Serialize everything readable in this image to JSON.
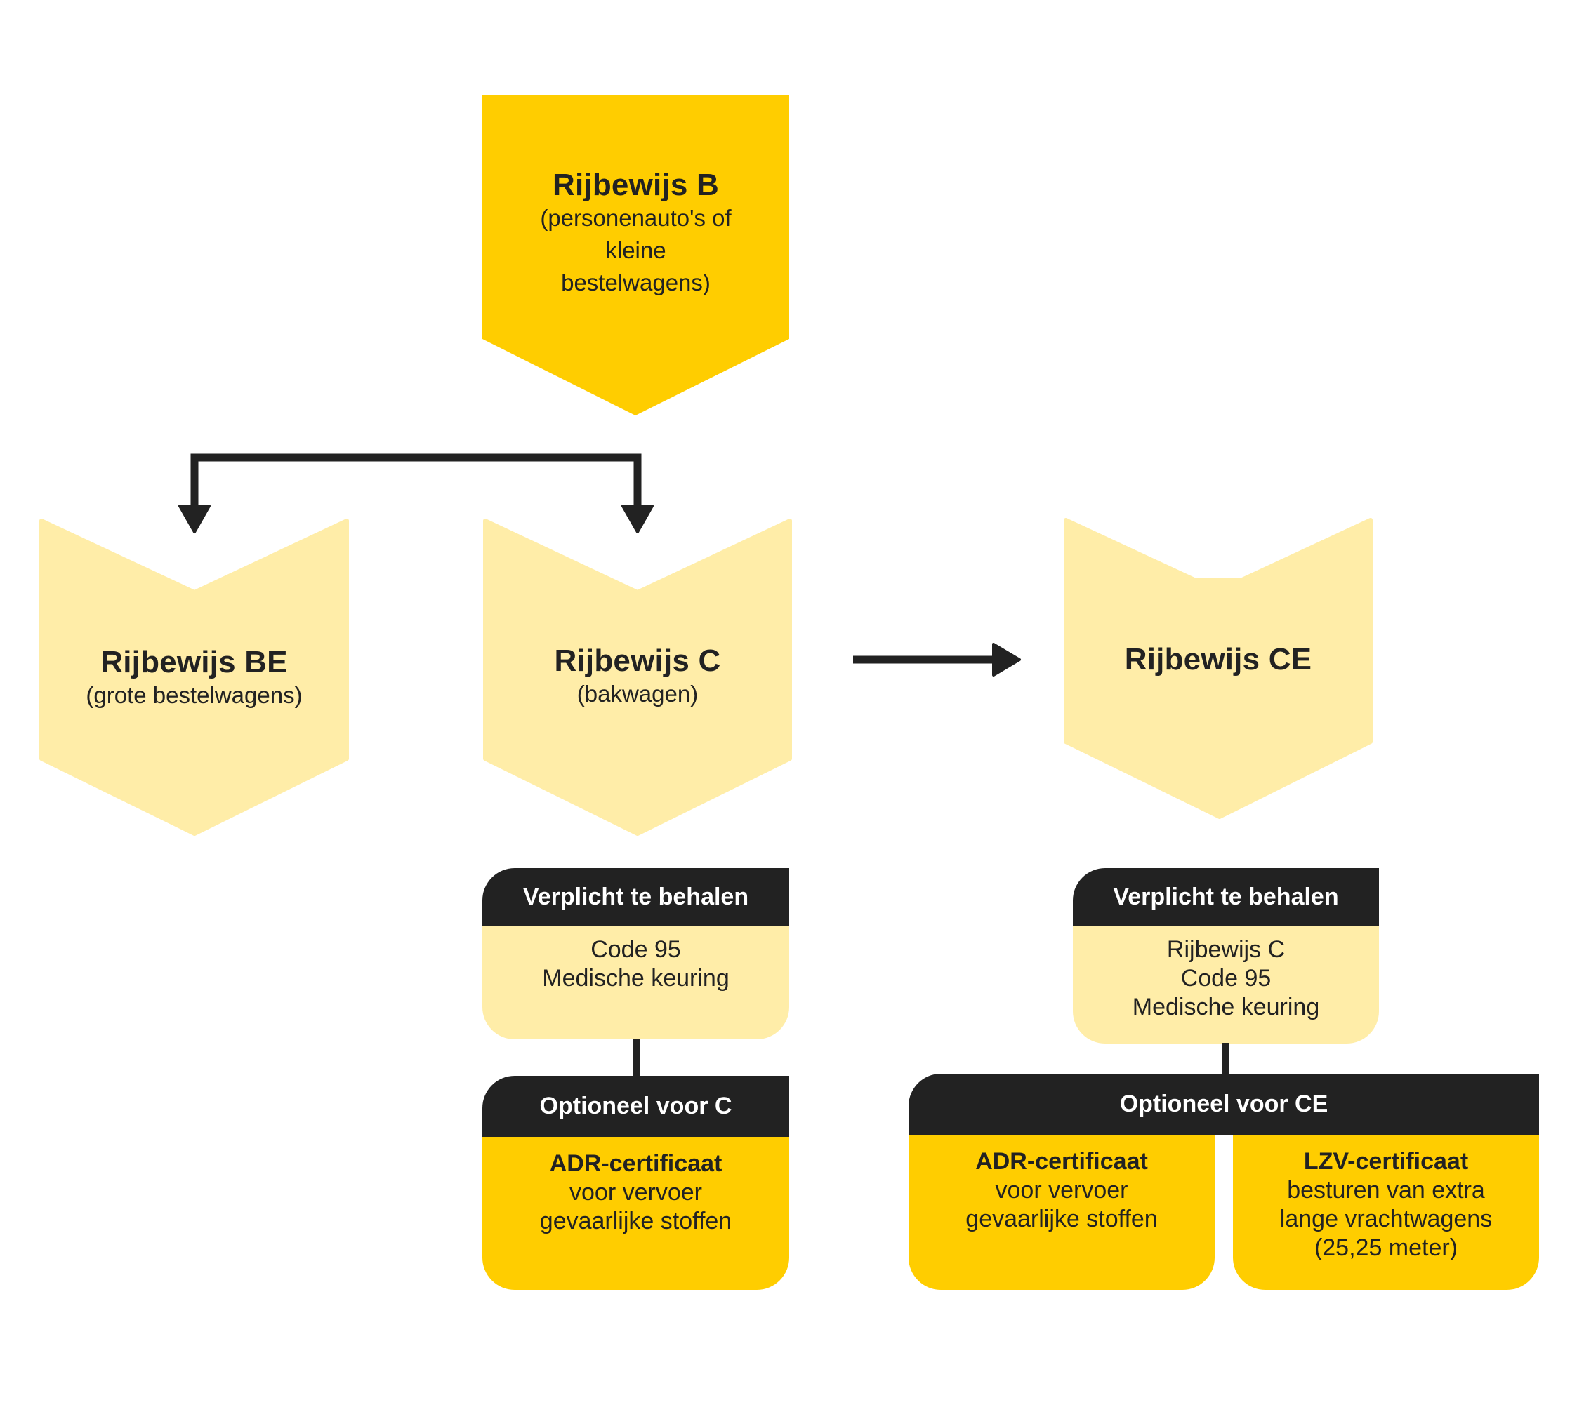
{
  "colors": {
    "primary_yellow": "#FFCD00",
    "light_yellow": "#FFEDA8",
    "dark": "#222222",
    "header_text": "#FFFFFF"
  },
  "nodes": {
    "b": {
      "title": "Rijbewijs B",
      "subtitle_lines": [
        "(personenauto's of",
        "kleine",
        "bestelwagens)"
      ]
    },
    "be": {
      "title": "Rijbewijs BE",
      "subtitle_lines": [
        "(grote bestelwagens)"
      ]
    },
    "c": {
      "title": "Rijbewijs C",
      "subtitle_lines": [
        "(bakwagen)"
      ]
    },
    "ce": {
      "title": "Rijbewijs CE",
      "subtitle_lines": []
    }
  },
  "cards": {
    "c_required": {
      "header": "Verplicht te behalen",
      "lines": [
        "Code 95",
        "Medische keuring"
      ]
    },
    "c_optional": {
      "header": "Optioneel voor C",
      "items": [
        {
          "title": "ADR-certificaat",
          "lines": [
            "voor vervoer",
            "gevaarlijke stoffen"
          ]
        }
      ]
    },
    "ce_required": {
      "header": "Verplicht te behalen",
      "lines": [
        "Rijbewijs C",
        "Code 95",
        "Medische keuring"
      ]
    },
    "ce_optional": {
      "header": "Optioneel voor CE",
      "items": [
        {
          "title": "ADR-certificaat",
          "lines": [
            "voor vervoer",
            "gevaarlijke stoffen"
          ]
        },
        {
          "title": "LZV-certificaat",
          "lines": [
            "besturen van extra",
            "lange vrachtwagens",
            "(25,25 meter)"
          ]
        }
      ]
    }
  },
  "edges": [
    {
      "from": "Rijbewijs B",
      "to": "Rijbewijs BE"
    },
    {
      "from": "Rijbewijs B",
      "to": "Rijbewijs C"
    },
    {
      "from": "Rijbewijs C",
      "to": "Rijbewijs CE"
    },
    {
      "from": "Rijbewijs C",
      "to": "Verplicht te behalen (C)"
    },
    {
      "from": "Verplicht te behalen (C)",
      "to": "Optioneel voor C"
    },
    {
      "from": "Verplicht te behalen (CE)",
      "to": "Optioneel voor CE"
    }
  ]
}
